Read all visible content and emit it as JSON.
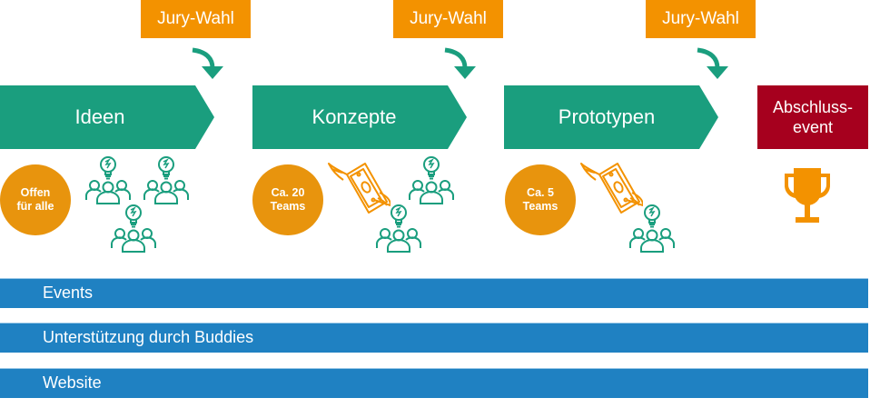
{
  "colors": {
    "phase_green": "#1a9e7e",
    "jury_orange": "#f39200",
    "circle_orange": "#e8940d",
    "final_red": "#a6001e",
    "bar_blue": "#1f81c2"
  },
  "jury_labels": [
    "Jury-Wahl",
    "Jury-Wahl",
    "Jury-Wahl"
  ],
  "phases": [
    {
      "label": "Ideen",
      "circle": [
        "Offen",
        "für alle"
      ]
    },
    {
      "label": "Konzepte",
      "circle": [
        "Ca. 20",
        "Teams"
      ]
    },
    {
      "label": "Prototypen",
      "circle": [
        "Ca. 5",
        "Teams"
      ]
    }
  ],
  "final": {
    "line1": "Abschluss-",
    "line2": "event",
    "icon": "trophy-icon"
  },
  "icons": {
    "team": "team-idea-icon",
    "money": "flying-money-icon",
    "arrow": "curved-arrow-down-icon"
  },
  "bars": [
    "Events",
    "Unterstützung durch Buddies",
    "Website"
  ]
}
